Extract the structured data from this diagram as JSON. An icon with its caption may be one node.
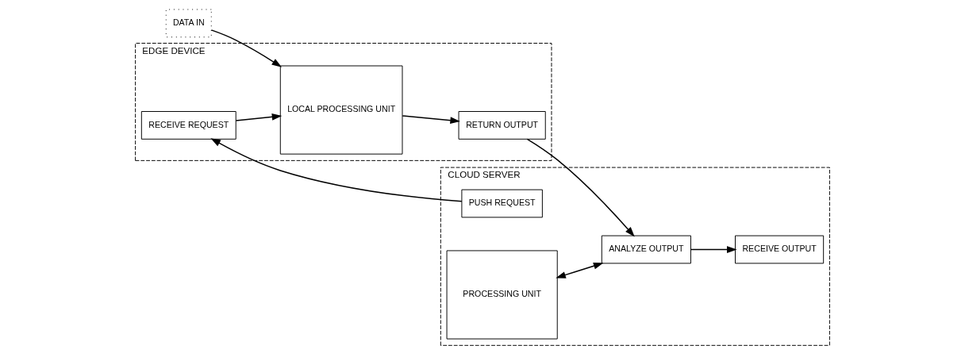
{
  "diagram": {
    "nodes": [
      {
        "text": [
          "CLOUD SERVER"
        ]
      },
      {
        "text": [
          "PUSH REQUEST"
        ],
        "in": 0
      },
      {
        "text": [
          "PROCESSING UNIT"
        ],
        "in": 0
      },
      {
        "text": [
          "RECEIVE OUTPUT"
        ],
        "in": 0
      },
      {
        "text": [
          "ANALYZE OUTPUT"
        ],
        "in": 0
      },
      {
        "text": [
          "EDGE DEVICE"
        ]
      },
      {
        "text": [
          "RECEIVE REQUEST"
        ],
        "in": 5
      },
      {
        "text": [
          "LOCAL PROCESSING UNIT"
        ],
        "in": 5
      },
      {
        "text": [
          "RETURN OUTPUT"
        ],
        "in": 5
      },
      {
        "text": [
          "DATA IN"
        ]
      }
    ],
    "edges": [
      {
        "from": 1,
        "to": 6,
        "arrow": "to"
      },
      {
        "from": 6,
        "to": 7,
        "arrow": "to"
      },
      {
        "from": 9,
        "to": 7,
        "arrow": "to"
      },
      {
        "from": 7,
        "to": 8,
        "arrow": "to"
      },
      {
        "from": 8,
        "to": 4,
        "arrow": "to"
      },
      {
        "from": 4,
        "to": 3,
        "arrow": "to"
      },
      {
        "from": 2,
        "to": 4,
        "arrow": "both"
      }
    ]
  }
}
